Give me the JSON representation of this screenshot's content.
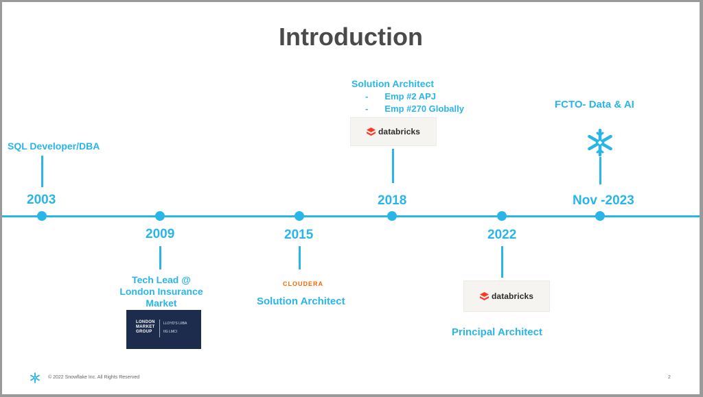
{
  "title": "Introduction",
  "milestones": [
    {
      "year": "2003",
      "label": "SQL Developer/DBA"
    },
    {
      "year": "2009",
      "label_lines": [
        "Tech Lead @",
        "London Insurance",
        "Market"
      ]
    },
    {
      "year": "2015",
      "label": "Solution Architect",
      "logo_text": "CLOUDERA"
    },
    {
      "year": "2018",
      "label": "Solution Architect",
      "bullets": [
        "Emp #2 APJ",
        "Emp #270 Globally"
      ],
      "logo_text": "databricks"
    },
    {
      "year": "2022",
      "label": "Principal Architect",
      "logo_text": "databricks"
    },
    {
      "year": "Nov -2023",
      "label": "FCTO- Data & AI"
    }
  ],
  "lmg_logo": {
    "lines": [
      "LONDON",
      "MARKET",
      "GROUP"
    ],
    "right_top": "LLOYD'S   LIIBA",
    "right_bottom": "IIG LMCI"
  },
  "footer": {
    "copyright": "© 2022 Snowflake Inc. All Rights Reserved",
    "page": "2"
  },
  "colors": {
    "accent": "#29b5e8",
    "title": "#4a4a4a",
    "cloudera": "#f96702",
    "databricks_icon": "#ff3621",
    "lmg_bg": "#1d2c4c"
  },
  "icons": [
    "snowflake-icon",
    "databricks-icon"
  ]
}
